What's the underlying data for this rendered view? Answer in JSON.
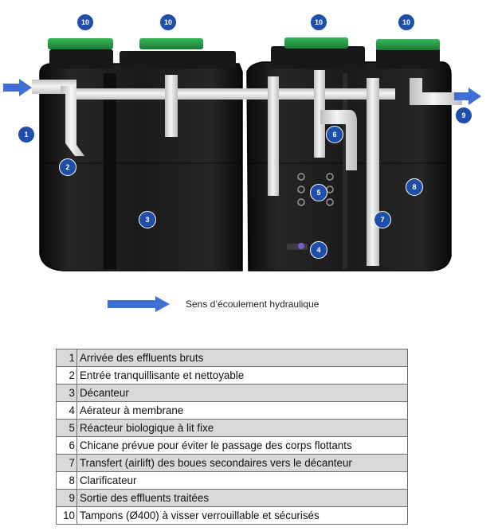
{
  "markers": [
    {
      "num": "10",
      "id": "lid-1"
    },
    {
      "num": "10",
      "id": "lid-2"
    },
    {
      "num": "10",
      "id": "lid-3"
    },
    {
      "num": "10",
      "id": "lid-4"
    },
    {
      "num": "1",
      "id": "inlet"
    },
    {
      "num": "2",
      "id": "calming-inlet"
    },
    {
      "num": "3",
      "id": "settler"
    },
    {
      "num": "4",
      "id": "aerator"
    },
    {
      "num": "5",
      "id": "reactor"
    },
    {
      "num": "6",
      "id": "baffle"
    },
    {
      "num": "7",
      "id": "airlift"
    },
    {
      "num": "8",
      "id": "clarifier"
    },
    {
      "num": "9",
      "id": "outlet"
    }
  ],
  "legend": {
    "flow_label": "Sens d’écoulement hydraulique"
  },
  "table": [
    {
      "num": "1",
      "text": "Arrivée des effluents bruts"
    },
    {
      "num": "2",
      "text": "Entrée tranquillisante et nettoyable"
    },
    {
      "num": "3",
      "text": "Décanteur"
    },
    {
      "num": "4",
      "text": "Aérateur à membrane"
    },
    {
      "num": "5",
      "text": "Réacteur biologique à lit fixe"
    },
    {
      "num": "6",
      "text": "Chicane prévue pour éviter le passage des corps flottants"
    },
    {
      "num": "7",
      "text": "Transfert (airlift) des boues secondaires vers le décanteur"
    },
    {
      "num": "8",
      "text": "Clarificateur"
    },
    {
      "num": "9",
      "text": "Sortie des effluents traitées"
    },
    {
      "num": "10",
      "text": "Tampons (Ø400) à visser verrouillable et sécurisés"
    }
  ],
  "colors": {
    "marker": "#1f4fa8",
    "arrow": "#3f6fd3",
    "tank": "#111111",
    "lid": "#27a347",
    "pipe": "#e9e9e9",
    "row_shade": "#d9d9d9"
  }
}
